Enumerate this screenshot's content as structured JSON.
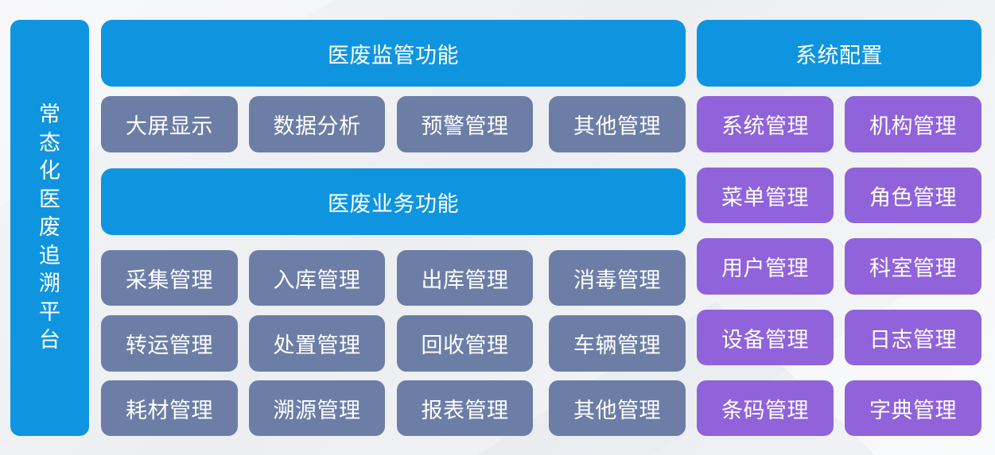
{
  "colors": {
    "header_blue": "#0f95e0",
    "module_slate": "#6c7ea6",
    "system_purple": "#9063da",
    "text": "#ffffff"
  },
  "platform": {
    "title_chars": [
      "常",
      "态",
      "化",
      "医",
      "废",
      "追",
      "溯",
      "平",
      "台"
    ]
  },
  "supervision": {
    "title": "医废监管功能",
    "modules": [
      "大屏显示",
      "数据分析",
      "预警管理",
      "其他管理"
    ]
  },
  "business": {
    "title": "医废业务功能",
    "rows": [
      [
        "采集管理",
        "入库管理",
        "出库管理",
        "消毒管理"
      ],
      [
        "转运管理",
        "处置管理",
        "回收管理",
        "车辆管理"
      ],
      [
        "耗材管理",
        "溯源管理",
        "报表管理",
        "其他管理"
      ]
    ]
  },
  "system": {
    "title": "系统配置",
    "rows": [
      [
        "系统管理",
        "机构管理"
      ],
      [
        "菜单管理",
        "角色管理"
      ],
      [
        "用户管理",
        "科室管理"
      ],
      [
        "设备管理",
        "日志管理"
      ],
      [
        "条码管理",
        "字典管理"
      ]
    ]
  }
}
